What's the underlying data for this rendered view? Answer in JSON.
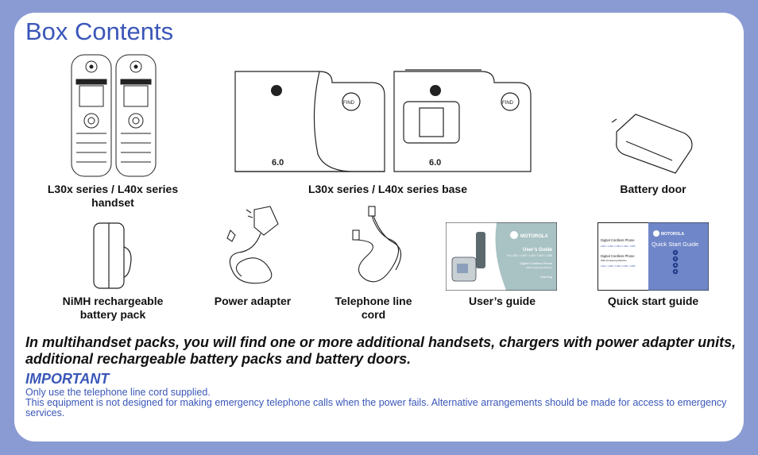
{
  "page_title": "Box Contents",
  "items": [
    {
      "caption": "L30x series / L40x series handset"
    },
    {
      "caption": "L30x series / L40x series base"
    },
    {
      "caption": "Battery door"
    },
    {
      "caption": "NiMH rechargeable battery pack"
    },
    {
      "caption": "Power adapter"
    },
    {
      "caption": "Telephone line cord"
    },
    {
      "caption": "User’s guide"
    },
    {
      "caption": "Quick start guide"
    }
  ],
  "note": "In multihandset packs, you will find one or more additional handsets, chargers with power adapter units, additional rechargeable battery packs and battery doors.",
  "important_heading": "IMPORTANT",
  "important_lines": [
    "Only use the telephone line cord supplied.",
    "This equipment is not designed for making emergency telephone calls when the power fails. Alternative arrangements should be made for access to emergency services."
  ],
  "base_badge": "6.0",
  "find_label": "FIND",
  "users_guide": {
    "brand": "MOTOROLA",
    "title": "User’s Guide",
    "models": "For L401 / L402 / L403 / L404 / L405",
    "product": "Digital Cordless Phone",
    "subtitle": "With Answering Machine",
    "warning": "Warning"
  },
  "quick_guide": {
    "brand": "MOTOROLA",
    "title": "Quick Start Guide",
    "product1": "Digital Cordless Phone",
    "models1": "L301 / L302 / L303 / L304 / L305",
    "product2": "Digital Cordless Phone",
    "subtitle2": "With Answering Machine",
    "models2": "L401 / L402 / L403 / L404 / L405",
    "steps": [
      "1",
      "2",
      "3",
      "4"
    ]
  },
  "colors": {
    "background": "#8a9ad3",
    "accent": "#3a56b8",
    "guide_panel": "#a9c2c4"
  }
}
